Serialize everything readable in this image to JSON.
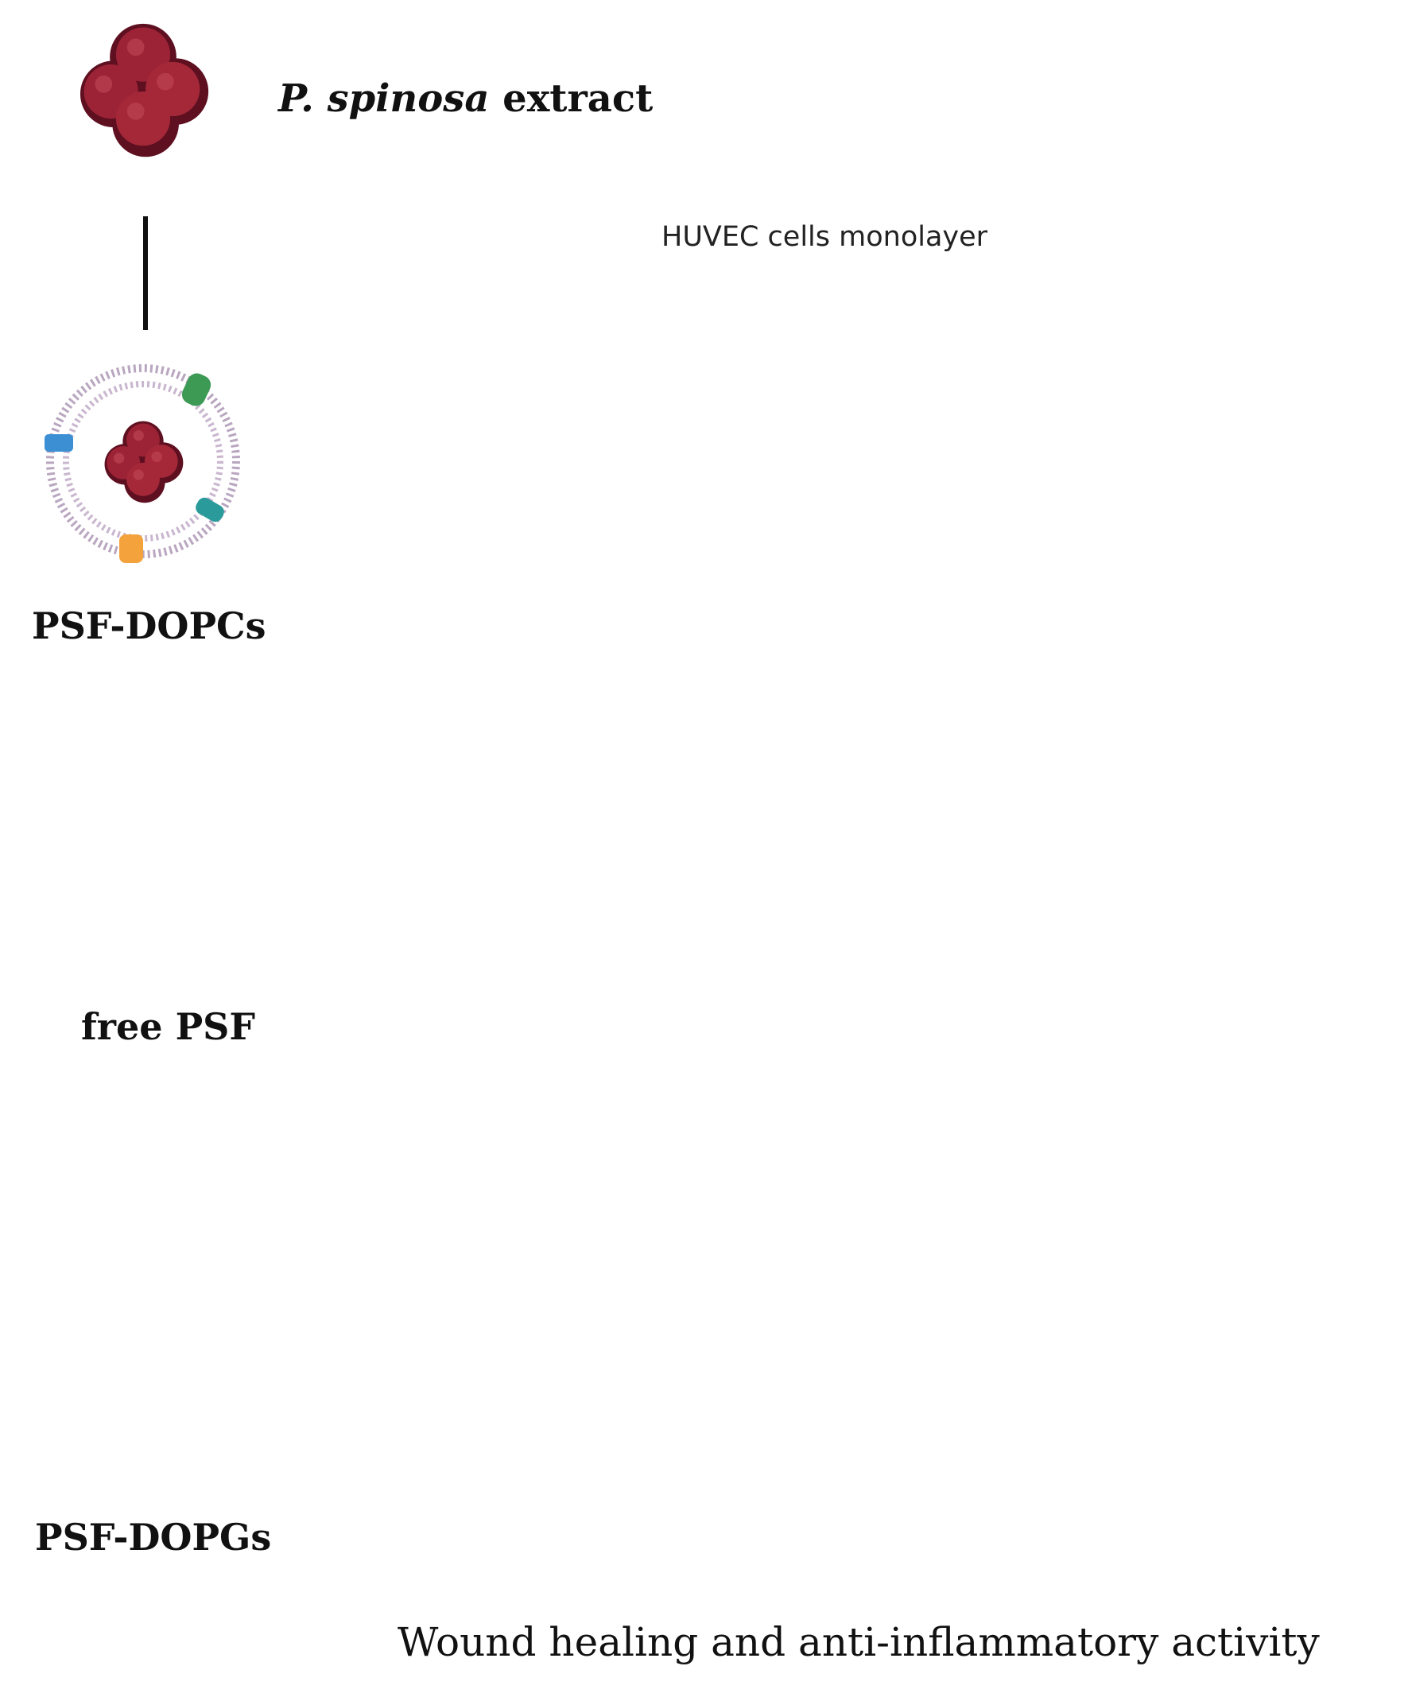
{
  "labels": {
    "extract_species": "P. spinosa",
    "extract_word": " extract",
    "psf_dopcs": "PSF-DOPCs",
    "free_psf": "free PSF",
    "psf_dopgs": "PSF-DOPGs",
    "huvec": "HUVEC cells monolayer",
    "caption": "Wound healing and anti-inflammatory activity"
  },
  "colors": {
    "berry_dark": "#5e0f20",
    "berry": "#9b2335",
    "berry_light": "#c24857",
    "cell_fill": "#a9cdf1",
    "cell_stroke": "#7aa9dc",
    "nucleus": "#6a97e6",
    "wound": "#fce2df",
    "dopc_membrane": "#b9a6c0",
    "dopg_membrane": "#eec061",
    "protein_green": "#3c9a55",
    "protein_blue": "#3d8fd4",
    "protein_teal": "#2a9a9a",
    "protein_orange": "#f3a23c"
  },
  "panels": [
    {
      "id": "psf-dopcs",
      "description_icon": "liposome-dopc-icon"
    },
    {
      "id": "free-psf",
      "description_icon": "free-psf-icon"
    },
    {
      "id": "psf-dopgs",
      "description_icon": "liposome-dopg-icon"
    }
  ]
}
